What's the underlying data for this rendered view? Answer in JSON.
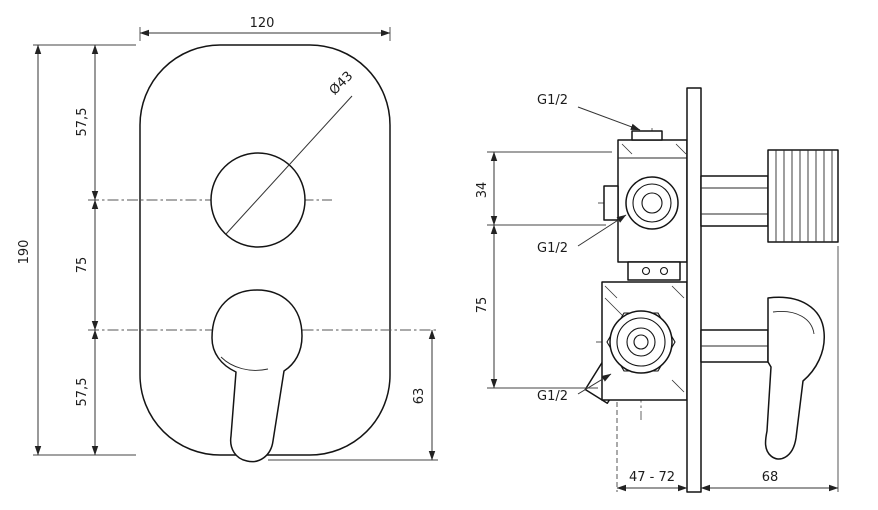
{
  "front_view": {
    "dim_width": "120",
    "dim_height_total": "190",
    "dim_top": "57,5",
    "dim_mid": "75",
    "dim_bottom": "57,5",
    "dim_diameter": "Ø43",
    "dim_lever": "63"
  },
  "side_view": {
    "label_g12_top": "G1/2",
    "label_g12_mid": "G1/2",
    "label_g12_bottom": "G1/2",
    "dim_inlet": "34",
    "dim_spacing": "75",
    "dim_depth_range": "47 - 72",
    "dim_handle_depth": "68"
  }
}
